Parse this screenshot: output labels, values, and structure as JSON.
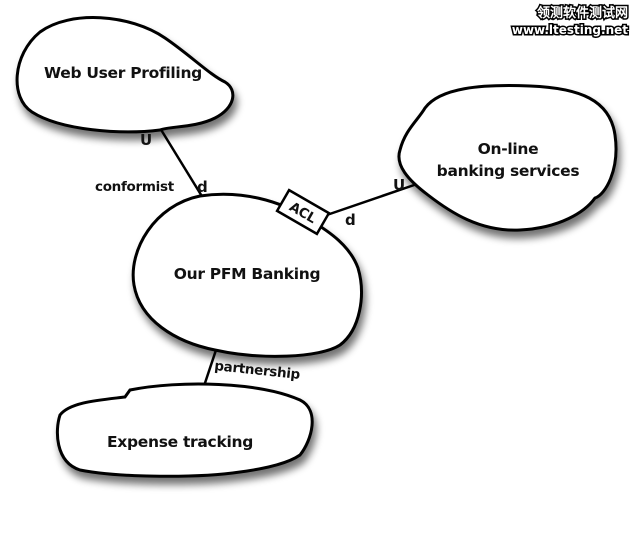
{
  "watermark": {
    "line1": "领测软件测试网",
    "line2": "www.ltesting.net"
  },
  "contexts": {
    "web_user_profiling": "Web User Profiling",
    "online_banking_line1": "On-line",
    "online_banking_line2": "banking services",
    "pfm_banking": "Our PFM Banking",
    "expense_tracking": "Expense tracking"
  },
  "relationships": {
    "conformist": {
      "label": "conformist",
      "upstream": "U",
      "downstream": "d"
    },
    "acl": {
      "label": "ACL",
      "upstream": "U",
      "downstream": "d"
    },
    "partnership": {
      "label": "partnership"
    }
  }
}
